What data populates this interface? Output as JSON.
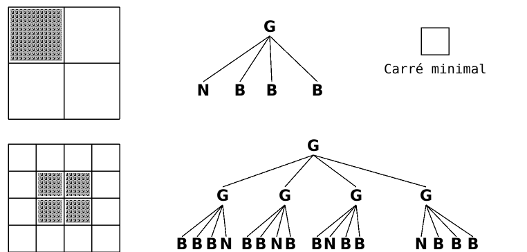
{
  "legend": {
    "label": "Carré minimal"
  },
  "colors": {
    "ink": "#000000",
    "paper": "#ffffff",
    "texture_dark": "#1a1a1a",
    "texture_mid": "#6f6f6f",
    "texture_light": "#b8b8b8"
  },
  "top_example": {
    "grid_divisions": 2,
    "filled_cells": [
      [
        0,
        0
      ]
    ],
    "tree": {
      "root": "G",
      "children": [
        "N",
        "B",
        "B",
        "B"
      ]
    }
  },
  "bottom_example": {
    "grid_divisions": 4,
    "filled_cells": [
      [
        1,
        1
      ],
      [
        1,
        2
      ],
      [
        2,
        1
      ],
      [
        2,
        2
      ]
    ],
    "tree": {
      "root": "G",
      "children": [
        {
          "label": "G",
          "children": [
            "B",
            "B",
            "B",
            "N"
          ]
        },
        {
          "label": "G",
          "children": [
            "B",
            "B",
            "N",
            "B"
          ]
        },
        {
          "label": "G",
          "children": [
            "B",
            "N",
            "B",
            "B"
          ]
        },
        {
          "label": "G",
          "children": [
            "N",
            "B",
            "B",
            "B"
          ]
        }
      ]
    }
  }
}
